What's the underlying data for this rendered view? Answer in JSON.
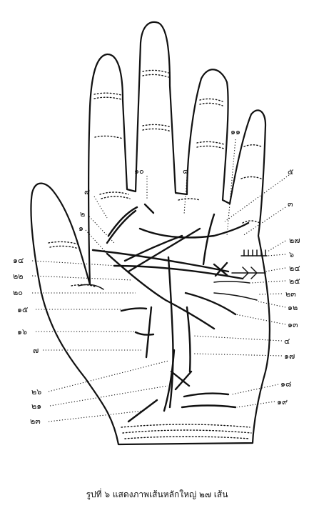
{
  "caption": "รูปที่ ๖ แสดงภาพเส้นหลักใหญ่ ๒๗ เส้น",
  "labels": {
    "l10": "๑๐",
    "l11": "๑๑",
    "l8": "๘",
    "l9": "๙",
    "l5": "๕",
    "l3": "๓",
    "l2": "๒",
    "l1": "๑",
    "l14": "๑๔",
    "l22": "๒๒",
    "l20": "๒๐",
    "l15": "๑๕",
    "l16": "๑๖",
    "l7": "๗",
    "l26": "๒๖",
    "l21": "๒๑",
    "l23b": "๒๓",
    "l27": "๒๗",
    "l6": "๖",
    "l24": "๒๔",
    "l25": "๒๕",
    "l23": "๒๓",
    "l12": "๑๒",
    "l13": "๑๓",
    "l4": "๔",
    "l17": "๑๗",
    "l18": "๑๘",
    "l19": "๑๙"
  }
}
